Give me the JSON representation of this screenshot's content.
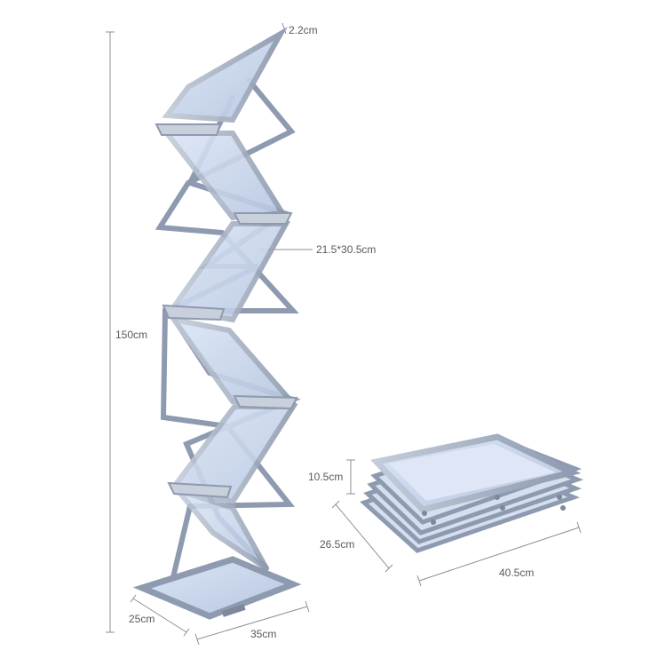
{
  "product": {
    "name": "folding brochure display stand",
    "frame_color": "#a9b4c6",
    "panel_color": "#c9d6ec"
  },
  "dimensions": {
    "height_label": "150cm",
    "top_thickness_label": "2.2cm",
    "panel_size_label": "21.5*30.5cm",
    "base_depth_label": "25cm",
    "base_width_label": "35cm",
    "folded_height_label": "10.5cm",
    "folded_depth_label": "26.5cm",
    "folded_width_label": "40.5cm"
  }
}
